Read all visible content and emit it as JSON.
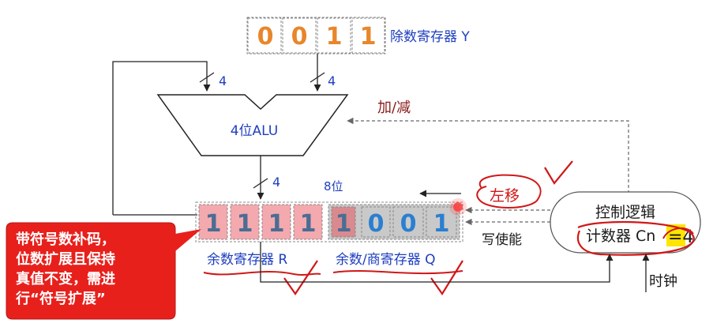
{
  "divisor_register": {
    "label": "除数寄存器 Y",
    "bits": [
      "0",
      "0",
      "1",
      "1"
    ]
  },
  "alu": {
    "label": "4位ALU",
    "bus_width_left": "4",
    "bus_width_right": "4",
    "bus_width_out": "4"
  },
  "control_signal": {
    "add_sub": "加/减"
  },
  "shift_register": {
    "width_label": "8位",
    "remainder_bits": [
      "1",
      "1",
      "1",
      "1"
    ],
    "quotient_bits": [
      "1",
      "0",
      "0",
      "1"
    ],
    "remainder_label": "余数寄存器 R",
    "quotient_label": "余数/商寄存器 Q"
  },
  "control_logic": {
    "title": "控制逻辑",
    "counter_label": "计数器 Cn",
    "counter_value": "=4"
  },
  "signals": {
    "shift_left": "左移",
    "write_enable": "写使能",
    "clock": "时钟"
  },
  "callout": {
    "lines": [
      "带符号数补码，",
      "位数扩展且保持",
      "真值不变，需进",
      "行“符号扩展”"
    ]
  },
  "colors": {
    "remainder_fill": "#f3a9ae",
    "quotient_fill": "#c9c9c9",
    "quotient_first_fill": "#d98a8f",
    "callout_fill": "#e8201c",
    "annotation_red": "#d01818",
    "highlight_yellow": "#ffe500"
  }
}
